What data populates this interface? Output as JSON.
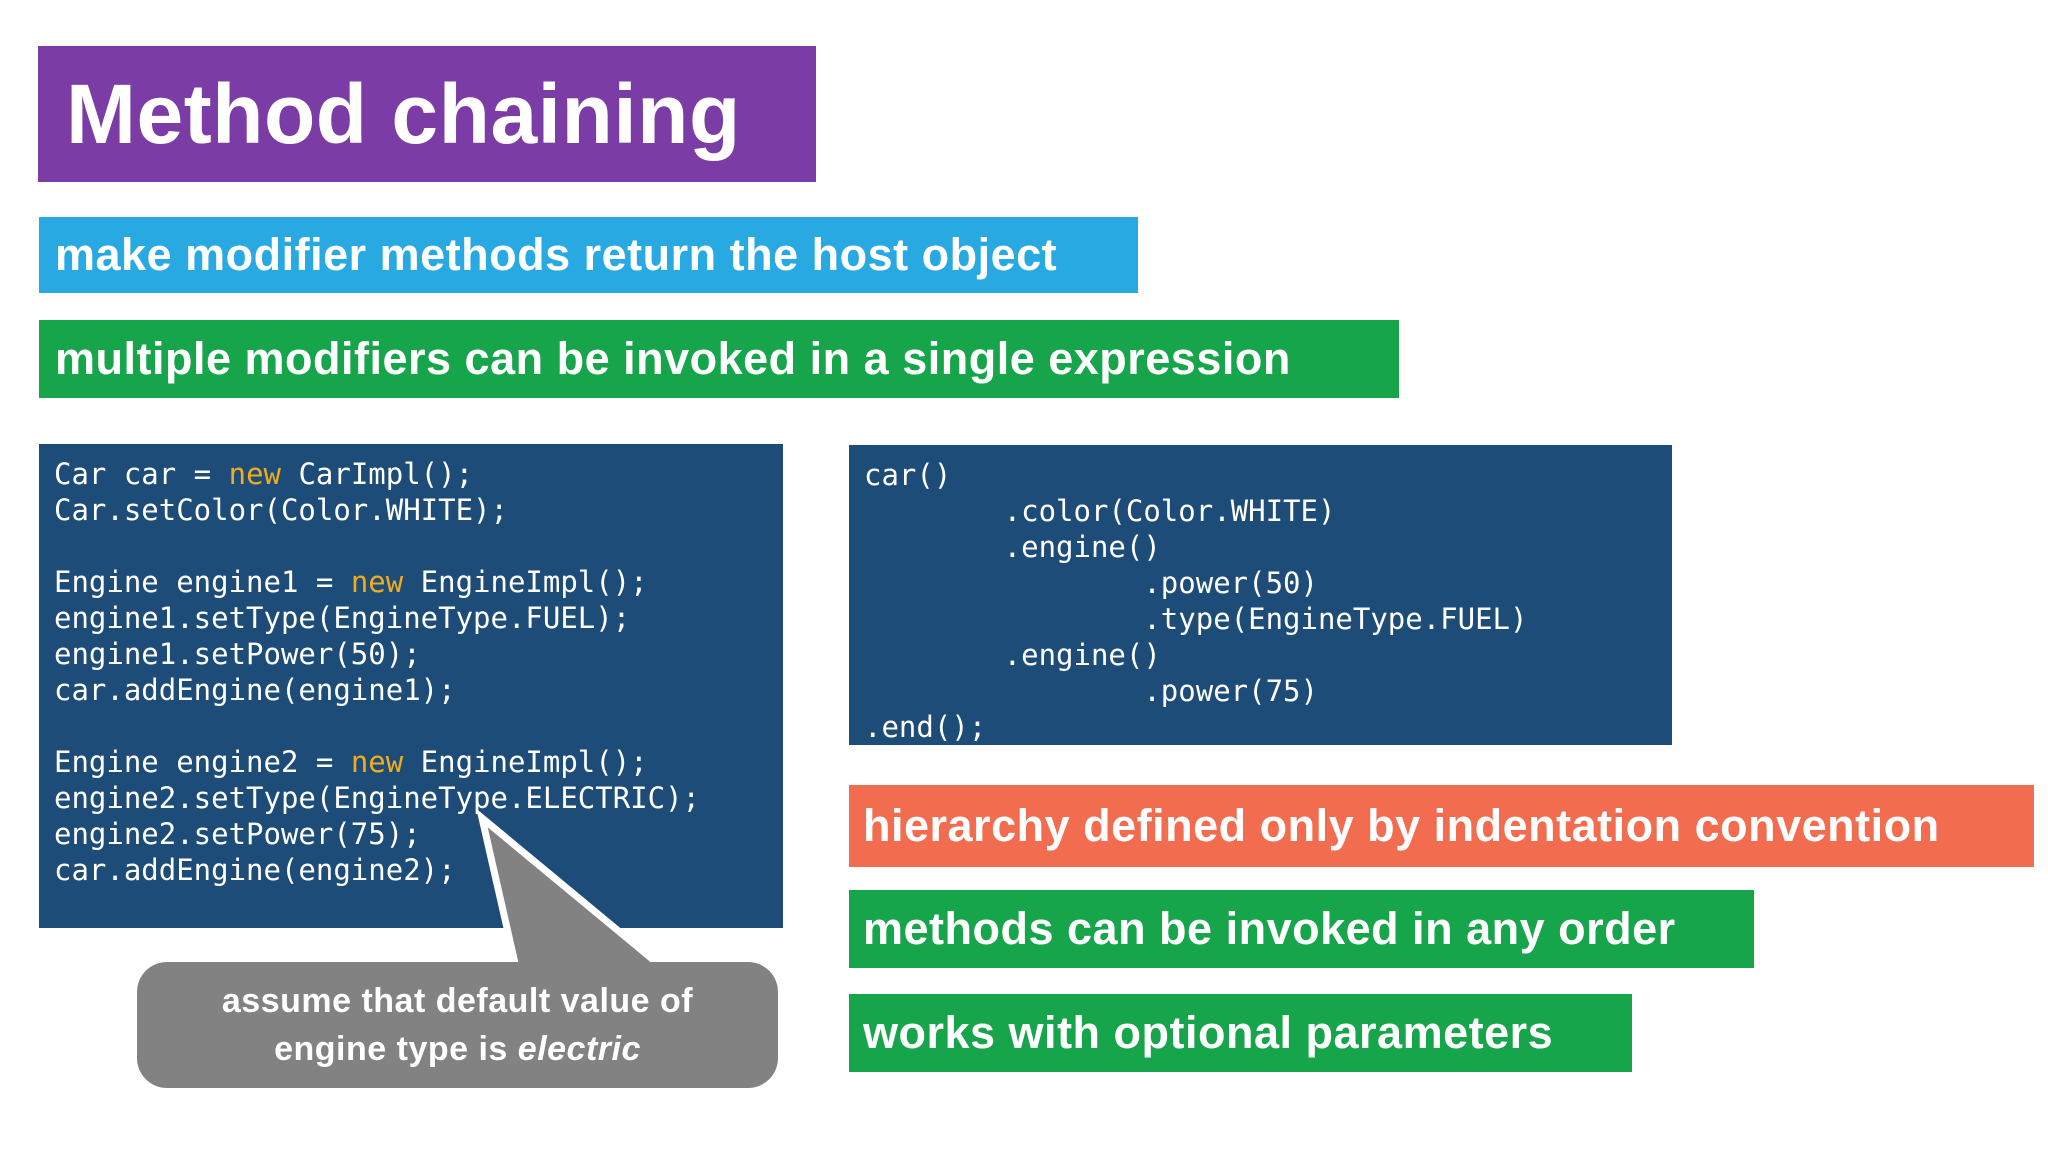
{
  "title": "Method chaining",
  "banners": {
    "blue": "make modifier methods return the host object",
    "green_top": "multiple modifiers can be invoked in a single expression",
    "orange": "hierarchy defined only by indentation convention",
    "green_mid": "methods can be invoked in any order",
    "green_bottom": "works with optional parameters"
  },
  "code_left": {
    "lines": [
      [
        [
          "p",
          "Car car = "
        ],
        [
          "k",
          "new"
        ],
        [
          "p",
          " CarImpl();"
        ]
      ],
      [
        [
          "p",
          "Car.setColor(Color.WHITE);"
        ]
      ],
      [],
      [
        [
          "p",
          "Engine engine1 = "
        ],
        [
          "k",
          "new"
        ],
        [
          "p",
          " EngineImpl();"
        ]
      ],
      [
        [
          "p",
          "engine1.setType(EngineType.FUEL);"
        ]
      ],
      [
        [
          "p",
          "engine1.setPower(50);"
        ]
      ],
      [
        [
          "p",
          "car.addEngine(engine1);"
        ]
      ],
      [],
      [
        [
          "p",
          "Engine engine2 = "
        ],
        [
          "k",
          "new"
        ],
        [
          "p",
          " EngineImpl();"
        ]
      ],
      [
        [
          "p",
          "engine2.setType(EngineType.ELECTRIC);"
        ]
      ],
      [
        [
          "p",
          "engine2.setPower(75);"
        ]
      ],
      [
        [
          "p",
          "car.addEngine(engine2);"
        ]
      ]
    ]
  },
  "code_right": {
    "lines": [
      [
        [
          "p",
          "car()"
        ]
      ],
      [
        [
          "p",
          "        .color(Color.WHITE)"
        ]
      ],
      [
        [
          "p",
          "        .engine()"
        ]
      ],
      [
        [
          "p",
          "                .power(50)"
        ]
      ],
      [
        [
          "p",
          "                .type(EngineType.FUEL)"
        ]
      ],
      [
        [
          "p",
          "        .engine()"
        ]
      ],
      [
        [
          "p",
          "                .power(75)"
        ]
      ],
      [
        [
          "p",
          ".end();"
        ]
      ]
    ]
  },
  "callout": {
    "line1": "assume that default value of",
    "line2_text": "engine type is ",
    "line2_italic": "electric"
  },
  "colors": {
    "purple": "#7B3DA5",
    "blue": "#29A9E1",
    "green": "#17A54B",
    "orange": "#F26C4F",
    "code_background": "#1E4C78",
    "keyword_yellow": "#EFAC1D",
    "callout_gray": "#828282"
  }
}
